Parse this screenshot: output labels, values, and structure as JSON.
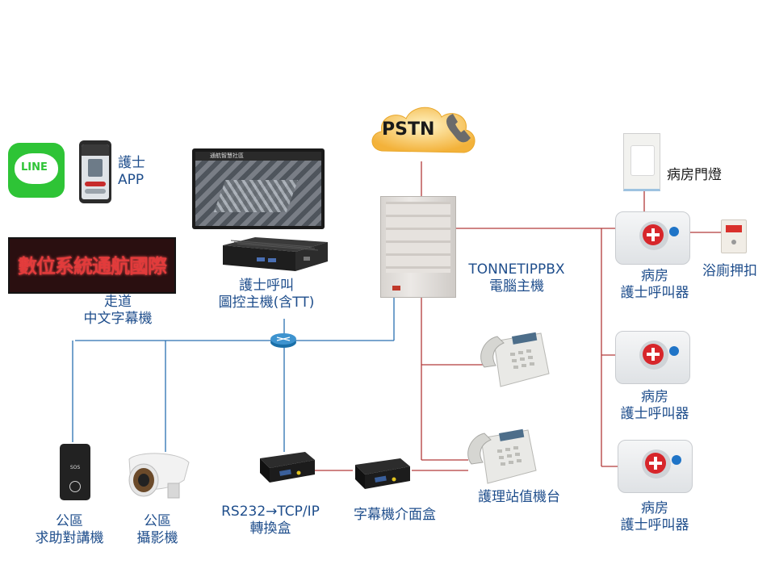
{
  "cloud": {
    "label": "PSTN"
  },
  "nurse_app": {
    "line_text": "LINE",
    "label_l1": "護士",
    "label_l2": "APP"
  },
  "tablet": {
    "header_text": "通航智慧社區"
  },
  "marquee": {
    "text": "數位系統通航國際",
    "label_l1": "走道",
    "label_l2": "中文字幕機"
  },
  "controller": {
    "label_l1": "護士呼叫",
    "label_l2": "圖控主機(含TT)"
  },
  "pbx": {
    "label_l1": "TONNETIPPBX",
    "label_l2": "電腦主機"
  },
  "door_light": {
    "label": "病房門燈"
  },
  "bath_button": {
    "label": "浴廁押扣"
  },
  "ward_callers": [
    {
      "label_l1": "病房",
      "label_l2": "護士呼叫器"
    },
    {
      "label_l1": "病房",
      "label_l2": "護士呼叫器"
    },
    {
      "label_l1": "病房",
      "label_l2": "護士呼叫器"
    }
  ],
  "sos_intercom": {
    "badge": "SOS",
    "label_l1": "公區",
    "label_l2": "求助對講機"
  },
  "camera": {
    "label_l1": "公區",
    "label_l2": "攝影機"
  },
  "rs232_box": {
    "label_l1": "RS232→TCP/IP",
    "label_l2": "轉換盒"
  },
  "marquee_box": {
    "label": "字幕機介面盒"
  },
  "station_phone": {
    "label": "護理站值機台"
  },
  "colors": {
    "blue_line": "#2a6fb0",
    "red_line": "#b23a3a",
    "label": "#1f4e8c",
    "led": "#d11f1f"
  }
}
